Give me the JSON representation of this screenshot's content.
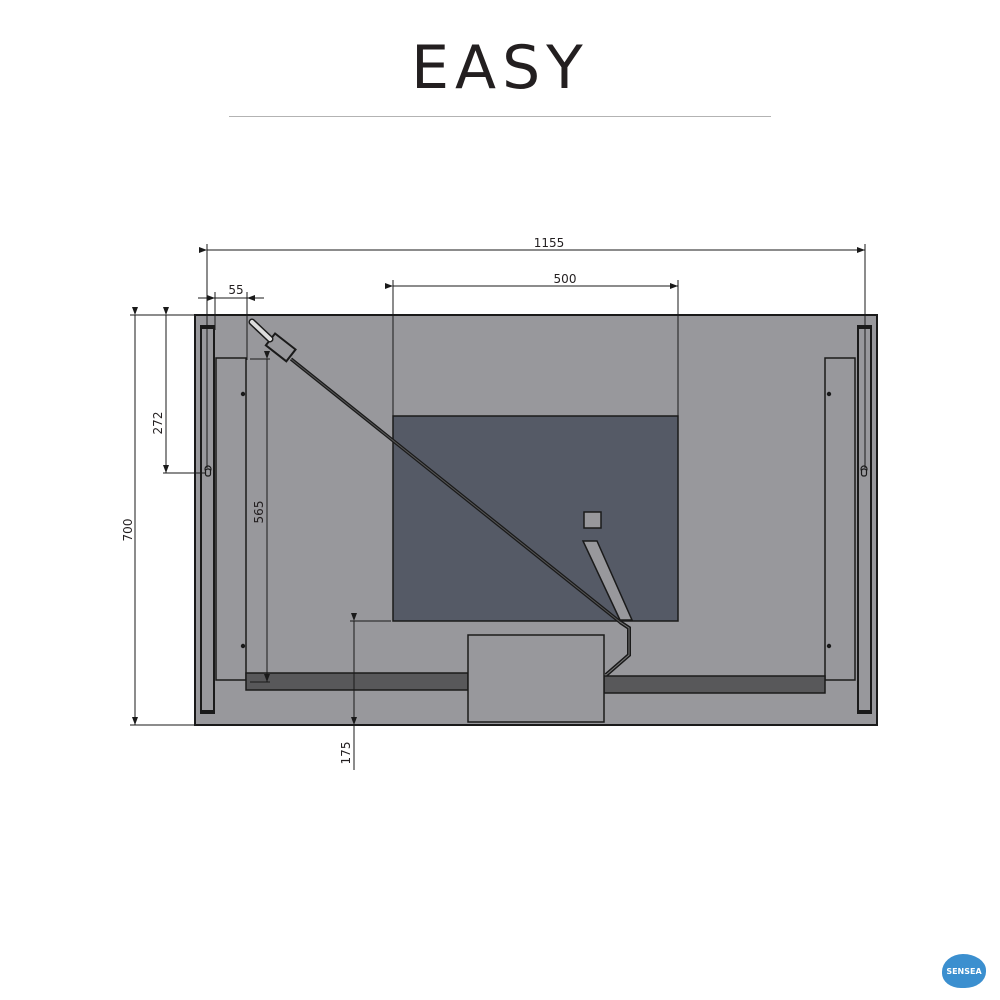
{
  "header": {
    "title": "EASY"
  },
  "dimensions": {
    "overall_width": "1155",
    "inset_width": "500",
    "edge_offset": "55",
    "overall_height": "700",
    "keyhole_height": "272",
    "inner_height": "565",
    "bottom_offset": "175"
  },
  "colors": {
    "panel": "#98989c",
    "inset": "#555a66",
    "bar": "#58585a",
    "line": "#1a1a1a",
    "logo": "#3b8fcf"
  },
  "logo": {
    "text": "SENSEA"
  }
}
